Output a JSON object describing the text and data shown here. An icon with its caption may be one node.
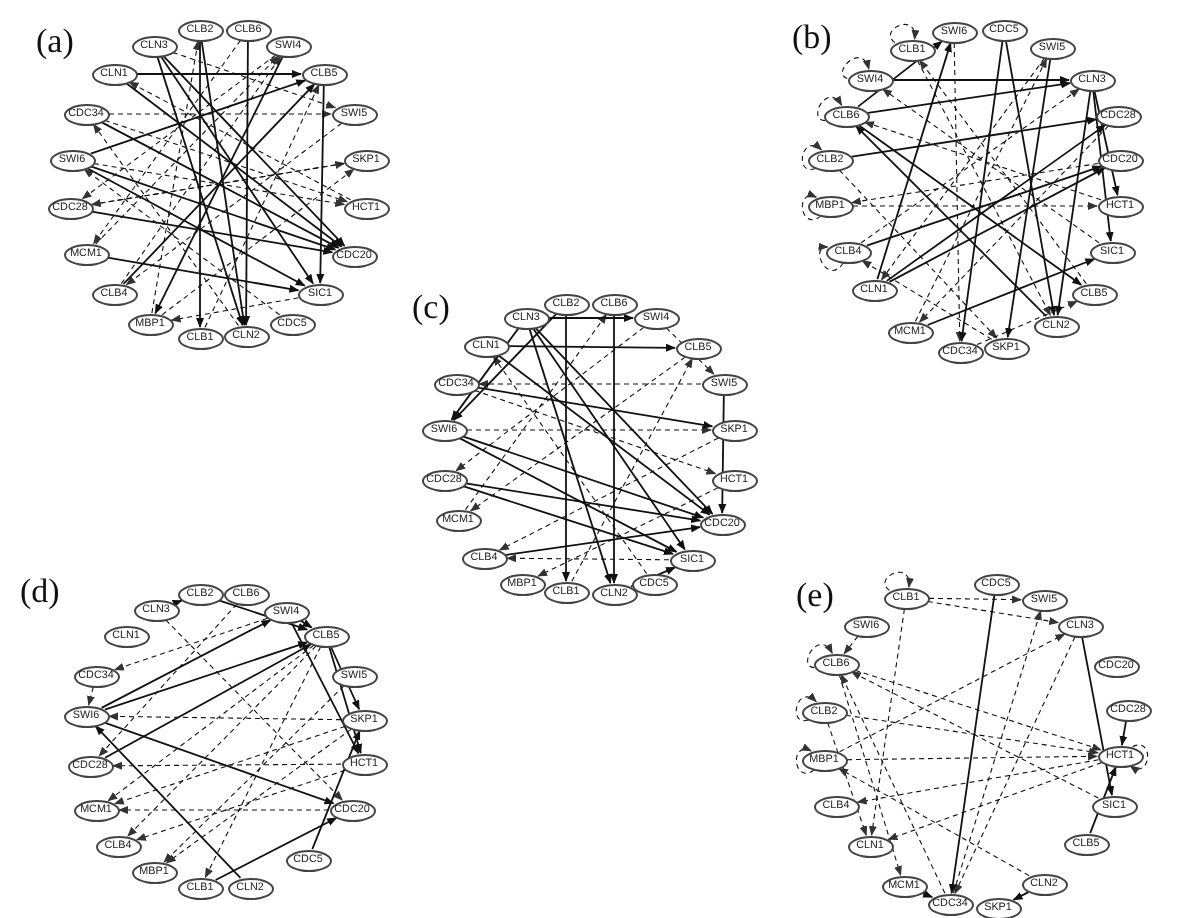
{
  "diagram": {
    "nodes": [
      {
        "text": [
          "CLB2"
        ]
      },
      {
        "text": [
          "CLB6"
        ]
      },
      {
        "text": [
          "SWI4"
        ]
      },
      {
        "text": [
          "CLB5"
        ]
      },
      {
        "text": [
          "SWI5"
        ]
      },
      {
        "text": [
          "SKP1"
        ]
      },
      {
        "text": [
          "HCT1"
        ]
      },
      {
        "text": [
          "CDC20"
        ]
      },
      {
        "text": [
          "SIC1"
        ]
      },
      {
        "text": [
          "CDC5"
        ]
      },
      {
        "text": [
          "CLN2"
        ]
      },
      {
        "text": [
          "CLB1"
        ]
      },
      {
        "text": [
          "MBP1"
        ]
      },
      {
        "text": [
          "CLB4"
        ]
      },
      {
        "text": [
          "MCM1"
        ]
      },
      {
        "text": [
          "CDC28"
        ]
      },
      {
        "text": [
          "SWI6"
        ]
      },
      {
        "text": [
          "CDC34"
        ]
      },
      {
        "text": [
          "CLN1"
        ]
      },
      {
        "text": [
          "CLN3"
        ]
      },
      {
        "text": [
          "SWI6"
        ]
      },
      {
        "text": [
          "CDC5"
        ]
      },
      {
        "text": [
          "SWI5"
        ]
      },
      {
        "text": [
          "CLN3"
        ]
      },
      {
        "text": [
          "CDC28"
        ]
      },
      {
        "text": [
          "CDC20"
        ]
      },
      {
        "text": [
          "HCT1"
        ]
      },
      {
        "text": [
          "SIC1"
        ]
      },
      {
        "text": [
          "CLB5"
        ]
      },
      {
        "text": [
          "CLN2"
        ]
      },
      {
        "text": [
          "SKP1"
        ]
      },
      {
        "text": [
          "CDC34"
        ]
      },
      {
        "text": [
          "MCM1"
        ]
      },
      {
        "text": [
          "CLN1"
        ]
      },
      {
        "text": [
          "CLB4"
        ]
      },
      {
        "text": [
          "MBP1"
        ]
      },
      {
        "text": [
          "CLB2"
        ]
      },
      {
        "text": [
          "CLB6"
        ]
      },
      {
        "text": [
          "SWI4"
        ]
      },
      {
        "text": [
          "CLB1"
        ]
      },
      {
        "text": [
          "CLB2"
        ]
      },
      {
        "text": [
          "CLB6"
        ]
      },
      {
        "text": [
          "SWI4"
        ]
      },
      {
        "text": [
          "CLB5"
        ]
      },
      {
        "text": [
          "SWI5"
        ]
      },
      {
        "text": [
          "SKP1"
        ]
      },
      {
        "text": [
          "HCT1"
        ]
      },
      {
        "text": [
          "CDC20"
        ]
      },
      {
        "text": [
          "SIC1"
        ]
      },
      {
        "text": [
          "CDC5"
        ]
      },
      {
        "text": [
          "CLN2"
        ]
      },
      {
        "text": [
          "CLB1"
        ]
      },
      {
        "text": [
          "MBP1"
        ]
      },
      {
        "text": [
          "CLB4"
        ]
      },
      {
        "text": [
          "MCM1"
        ]
      },
      {
        "text": [
          "CDC28"
        ]
      },
      {
        "text": [
          "SWI6"
        ]
      },
      {
        "text": [
          "CDC34"
        ]
      },
      {
        "text": [
          "CLN1"
        ]
      },
      {
        "text": [
          "CLN3"
        ]
      },
      {
        "text": [
          "CLB2"
        ]
      },
      {
        "text": [
          "CLB6"
        ]
      },
      {
        "text": [
          "SWI4"
        ]
      },
      {
        "text": [
          "CLB5"
        ]
      },
      {
        "text": [
          "SWI5"
        ]
      },
      {
        "text": [
          "SKP1"
        ]
      },
      {
        "text": [
          "HCT1"
        ]
      },
      {
        "text": [
          "CDC20"
        ]
      },
      {
        "text": [
          "CDC5"
        ]
      },
      {
        "text": [
          "CLN2"
        ]
      },
      {
        "text": [
          "CLB1"
        ]
      },
      {
        "text": [
          "MBP1"
        ]
      },
      {
        "text": [
          "CLB4"
        ]
      },
      {
        "text": [
          "MCM1"
        ]
      },
      {
        "text": [
          "CDC28"
        ]
      },
      {
        "text": [
          "SWI6"
        ]
      },
      {
        "text": [
          "CDC34"
        ]
      },
      {
        "text": [
          "CLN1"
        ]
      },
      {
        "text": [
          "CLN3"
        ]
      },
      {
        "text": [
          "CDC5"
        ]
      },
      {
        "text": [
          "SWI5"
        ]
      },
      {
        "text": [
          "CLN3"
        ]
      },
      {
        "text": [
          "CDC20"
        ]
      },
      {
        "text": [
          "CDC28"
        ]
      },
      {
        "text": [
          "HCT1"
        ]
      },
      {
        "text": [
          "SIC1"
        ]
      },
      {
        "text": [
          "CLB5"
        ]
      },
      {
        "text": [
          "CLN2"
        ]
      },
      {
        "text": [
          "SKP1"
        ]
      },
      {
        "text": [
          "CDC34"
        ]
      },
      {
        "text": [
          "MCM1"
        ]
      },
      {
        "text": [
          "CLN1"
        ]
      },
      {
        "text": [
          "CLB4"
        ]
      },
      {
        "text": [
          "MBP1"
        ]
      },
      {
        "text": [
          "CLB2"
        ]
      },
      {
        "text": [
          "CLB6"
        ]
      },
      {
        "text": [
          "SWI6"
        ]
      },
      {
        "text": [
          "CLB1"
        ]
      }
    ],
    "edges": [
      {
        "from": 0,
        "to": 11,
        "arrow": "to"
      },
      {
        "from": 1,
        "to": 10,
        "arrow": "to"
      },
      {
        "from": 19,
        "to": 8,
        "arrow": "to"
      },
      {
        "from": 19,
        "to": 7,
        "arrow": "to"
      },
      {
        "from": 18,
        "to": 7,
        "arrow": "to"
      },
      {
        "from": 16,
        "to": 7,
        "arrow": "to"
      },
      {
        "from": 16,
        "to": 8,
        "arrow": "to"
      },
      {
        "from": 16,
        "to": 3,
        "arrow": "to"
      },
      {
        "from": 15,
        "to": 7,
        "arrow": "to"
      },
      {
        "from": 13,
        "to": 3,
        "arrow": "to"
      },
      {
        "from": 18,
        "to": 3,
        "arrow": "to"
      },
      {
        "from": 17,
        "to": 7,
        "arrow": "to"
      },
      {
        "from": 19,
        "to": 10,
        "arrow": "to"
      },
      {
        "from": 2,
        "to": 12,
        "arrow": "to"
      },
      {
        "from": 3,
        "to": 8,
        "arrow": "to"
      },
      {
        "from": 14,
        "to": 8,
        "arrow": "to"
      },
      {
        "from": 0,
        "to": 10,
        "arrow": "to"
      },
      {
        "from": 16,
        "to": 6,
        "arrow": "to",
        "style": "dashed"
      },
      {
        "from": 17,
        "to": 4,
        "arrow": "to",
        "style": "dashed"
      },
      {
        "from": 12,
        "to": 5,
        "arrow": "to",
        "style": "dashed"
      },
      {
        "from": 11,
        "to": 3,
        "arrow": "to",
        "style": "dashed"
      },
      {
        "from": 13,
        "to": 2,
        "arrow": "to",
        "style": "dashed"
      },
      {
        "from": 15,
        "to": 5,
        "arrow": "to",
        "style": "dashed"
      },
      {
        "from": 14,
        "to": 2,
        "arrow": "to",
        "style": "dashed"
      },
      {
        "from": 10,
        "to": 17,
        "arrow": "to",
        "style": "dashed"
      },
      {
        "from": 9,
        "to": 16,
        "arrow": "to",
        "style": "dashed"
      },
      {
        "from": 8,
        "to": 12,
        "arrow": "to",
        "style": "dashed"
      },
      {
        "from": 6,
        "to": 18,
        "arrow": "to",
        "style": "dashed"
      },
      {
        "from": 5,
        "to": 15,
        "arrow": "to",
        "style": "dashed"
      },
      {
        "from": 4,
        "to": 13,
        "arrow": "to",
        "style": "dashed"
      },
      {
        "from": 12,
        "to": 0,
        "arrow": "to",
        "style": "dashed"
      },
      {
        "from": 2,
        "to": 15,
        "arrow": "to",
        "style": "dashed"
      },
      {
        "from": 1,
        "to": 14,
        "arrow": "to",
        "style": "dashed"
      },
      {
        "from": 19,
        "to": 4,
        "arrow": "to",
        "style": "dashed"
      },
      {
        "from": 17,
        "to": 6,
        "arrow": "to",
        "style": "dashed"
      },
      {
        "from": 36,
        "to": 24,
        "arrow": "to"
      },
      {
        "from": 38,
        "to": 23,
        "arrow": "to"
      },
      {
        "from": 37,
        "to": 20,
        "arrow": "to"
      },
      {
        "from": 37,
        "to": 23,
        "arrow": "to"
      },
      {
        "from": 33,
        "to": 20,
        "arrow": "to"
      },
      {
        "from": 33,
        "to": 24,
        "arrow": "to"
      },
      {
        "from": 33,
        "to": 25,
        "arrow": "to"
      },
      {
        "from": 21,
        "to": 29,
        "arrow": "to"
      },
      {
        "from": 21,
        "to": 31,
        "arrow": "to"
      },
      {
        "from": 22,
        "to": 30,
        "arrow": "to"
      },
      {
        "from": 29,
        "to": 37,
        "arrow": "to"
      },
      {
        "from": 23,
        "to": 29,
        "arrow": "to"
      },
      {
        "from": 34,
        "to": 25,
        "arrow": "to"
      },
      {
        "from": 23,
        "to": 27,
        "arrow": "to"
      },
      {
        "from": 23,
        "to": 26,
        "arrow": "to"
      },
      {
        "from": 32,
        "to": 27,
        "arrow": "to"
      },
      {
        "from": 37,
        "to": 28,
        "arrow": "to"
      },
      {
        "from": 39,
        "to": 39,
        "arrow": "to",
        "style": "dashed"
      },
      {
        "from": 38,
        "to": 38,
        "arrow": "to",
        "style": "dashed"
      },
      {
        "from": 37,
        "to": 37,
        "arrow": "to",
        "style": "dashed"
      },
      {
        "from": 36,
        "to": 36,
        "arrow": "to",
        "style": "dashed"
      },
      {
        "from": 35,
        "to": 35,
        "arrow": "to",
        "style": "dashed"
      },
      {
        "from": 34,
        "to": 34,
        "arrow": "to",
        "style": "dashed"
      },
      {
        "from": 35,
        "to": 26,
        "arrow": "to",
        "style": "dashed"
      },
      {
        "from": 34,
        "to": 23,
        "arrow": "to",
        "style": "dashed"
      },
      {
        "from": 36,
        "to": 30,
        "arrow": "to",
        "style": "dashed"
      },
      {
        "from": 39,
        "to": 29,
        "arrow": "to",
        "style": "dashed"
      },
      {
        "from": 20,
        "to": 31,
        "arrow": "to",
        "style": "dashed"
      },
      {
        "from": 22,
        "to": 33,
        "arrow": "to",
        "style": "dashed"
      },
      {
        "from": 24,
        "to": 32,
        "arrow": "to",
        "style": "dashed"
      },
      {
        "from": 25,
        "to": 35,
        "arrow": "to",
        "style": "dashed"
      },
      {
        "from": 26,
        "to": 37,
        "arrow": "to",
        "style": "dashed"
      },
      {
        "from": 27,
        "to": 38,
        "arrow": "to",
        "style": "dashed"
      },
      {
        "from": 28,
        "to": 39,
        "arrow": "to",
        "style": "dashed"
      },
      {
        "from": 31,
        "to": 28,
        "arrow": "to",
        "style": "dashed"
      },
      {
        "from": 32,
        "to": 22,
        "arrow": "to",
        "style": "dashed"
      },
      {
        "from": 30,
        "to": 34,
        "arrow": "to",
        "style": "dashed"
      },
      {
        "from": 40,
        "to": 51,
        "arrow": "to"
      },
      {
        "from": 41,
        "to": 50,
        "arrow": "to"
      },
      {
        "from": 59,
        "to": 42,
        "arrow": "to"
      },
      {
        "from": 59,
        "to": 47,
        "arrow": "to"
      },
      {
        "from": 59,
        "to": 48,
        "arrow": "to"
      },
      {
        "from": 59,
        "to": 56,
        "arrow": "to"
      },
      {
        "from": 58,
        "to": 47,
        "arrow": "to"
      },
      {
        "from": 58,
        "to": 43,
        "arrow": "to"
      },
      {
        "from": 57,
        "to": 45,
        "arrow": "to"
      },
      {
        "from": 56,
        "to": 48,
        "arrow": "to"
      },
      {
        "from": 56,
        "to": 47,
        "arrow": "to"
      },
      {
        "from": 55,
        "to": 47,
        "arrow": "to"
      },
      {
        "from": 55,
        "to": 48,
        "arrow": "to"
      },
      {
        "from": 53,
        "to": 47,
        "arrow": "to"
      },
      {
        "from": 44,
        "to": 47,
        "arrow": "to"
      },
      {
        "from": 50,
        "to": 48,
        "arrow": "to"
      },
      {
        "from": 40,
        "to": 56,
        "arrow": "to"
      },
      {
        "from": 59,
        "to": 50,
        "arrow": "to"
      },
      {
        "from": 42,
        "to": 55,
        "arrow": "to",
        "style": "dashed"
      },
      {
        "from": 43,
        "to": 54,
        "arrow": "to",
        "style": "dashed"
      },
      {
        "from": 45,
        "to": 53,
        "arrow": "to",
        "style": "dashed"
      },
      {
        "from": 46,
        "to": 52,
        "arrow": "to",
        "style": "dashed"
      },
      {
        "from": 44,
        "to": 57,
        "arrow": "to",
        "style": "dashed"
      },
      {
        "from": 51,
        "to": 43,
        "arrow": "to",
        "style": "dashed"
      },
      {
        "from": 56,
        "to": 45,
        "arrow": "to",
        "style": "dashed"
      },
      {
        "from": 54,
        "to": 41,
        "arrow": "to",
        "style": "dashed"
      },
      {
        "from": 49,
        "to": 58,
        "arrow": "to",
        "style": "dashed"
      },
      {
        "from": 48,
        "to": 53,
        "arrow": "to",
        "style": "dashed"
      },
      {
        "from": 57,
        "to": 46,
        "arrow": "to",
        "style": "dashed"
      },
      {
        "from": 42,
        "to": 44,
        "arrow": "to",
        "style": "dashed"
      },
      {
        "from": 78,
        "to": 60,
        "arrow": "to"
      },
      {
        "from": 60,
        "to": 63,
        "arrow": "to"
      },
      {
        "from": 62,
        "to": 63,
        "arrow": "to"
      },
      {
        "from": 75,
        "to": 63,
        "arrow": "to"
      },
      {
        "from": 74,
        "to": 63,
        "arrow": "to"
      },
      {
        "from": 75,
        "to": 62,
        "arrow": "to"
      },
      {
        "from": 75,
        "to": 67,
        "arrow": "to"
      },
      {
        "from": 69,
        "to": 75,
        "arrow": "to"
      },
      {
        "from": 70,
        "to": 67,
        "arrow": "to"
      },
      {
        "from": 68,
        "to": 65,
        "arrow": "to"
      },
      {
        "from": 63,
        "to": 66,
        "arrow": "to"
      },
      {
        "from": 62,
        "to": 66,
        "arrow": "to"
      },
      {
        "from": 63,
        "to": 65,
        "arrow": "to"
      },
      {
        "from": 63,
        "to": 73,
        "arrow": "to",
        "style": "dashed"
      },
      {
        "from": 63,
        "to": 72,
        "arrow": "to",
        "style": "dashed"
      },
      {
        "from": 65,
        "to": 73,
        "arrow": "to",
        "style": "dashed"
      },
      {
        "from": 65,
        "to": 71,
        "arrow": "to",
        "style": "dashed"
      },
      {
        "from": 66,
        "to": 74,
        "arrow": "to",
        "style": "dashed"
      },
      {
        "from": 65,
        "to": 75,
        "arrow": "to",
        "style": "dashed"
      },
      {
        "from": 67,
        "to": 73,
        "arrow": "to",
        "style": "dashed"
      },
      {
        "from": 78,
        "to": 67,
        "arrow": "to",
        "style": "dashed"
      },
      {
        "from": 62,
        "to": 76,
        "arrow": "to",
        "style": "dashed"
      },
      {
        "from": 76,
        "to": 75,
        "arrow": "to",
        "style": "dashed"
      },
      {
        "from": 63,
        "to": 70,
        "arrow": "to",
        "style": "dashed"
      },
      {
        "from": 64,
        "to": 71,
        "arrow": "to",
        "style": "dashed"
      },
      {
        "from": 66,
        "to": 72,
        "arrow": "to",
        "style": "dashed"
      },
      {
        "from": 61,
        "to": 74,
        "arrow": "to",
        "style": "dashed"
      },
      {
        "from": 79,
        "to": 89,
        "arrow": "to"
      },
      {
        "from": 81,
        "to": 85,
        "arrow": "to"
      },
      {
        "from": 86,
        "to": 84,
        "arrow": "to"
      },
      {
        "from": 87,
        "to": 88,
        "arrow": "to"
      },
      {
        "from": 83,
        "to": 84,
        "arrow": "to"
      },
      {
        "from": 90,
        "to": 89,
        "arrow": "to"
      },
      {
        "from": 97,
        "to": 97,
        "arrow": "to",
        "style": "dashed"
      },
      {
        "from": 95,
        "to": 95,
        "arrow": "to",
        "style": "dashed"
      },
      {
        "from": 94,
        "to": 94,
        "arrow": "to",
        "style": "dashed"
      },
      {
        "from": 93,
        "to": 93,
        "arrow": "to",
        "style": "dashed"
      },
      {
        "from": 84,
        "to": 84,
        "arrow": "to",
        "style": "dashed"
      },
      {
        "from": 97,
        "to": 81,
        "arrow": "to",
        "style": "dashed"
      },
      {
        "from": 97,
        "to": 91,
        "arrow": "to",
        "style": "dashed"
      },
      {
        "from": 97,
        "to": 80,
        "arrow": "to",
        "style": "dashed"
      },
      {
        "from": 95,
        "to": 84,
        "arrow": "to",
        "style": "dashed"
      },
      {
        "from": 94,
        "to": 84,
        "arrow": "to",
        "style": "dashed"
      },
      {
        "from": 93,
        "to": 84,
        "arrow": "to",
        "style": "dashed"
      },
      {
        "from": 93,
        "to": 81,
        "arrow": "to",
        "style": "dashed"
      },
      {
        "from": 95,
        "to": 90,
        "arrow": "to",
        "style": "dashed"
      },
      {
        "from": 89,
        "to": 80,
        "arrow": "to",
        "style": "dashed"
      },
      {
        "from": 89,
        "to": 95,
        "arrow": "to",
        "style": "dashed"
      },
      {
        "from": 84,
        "to": 91,
        "arrow": "to",
        "style": "dashed"
      },
      {
        "from": 84,
        "to": 92,
        "arrow": "to",
        "style": "dashed"
      },
      {
        "from": 96,
        "to": 95,
        "arrow": "to",
        "style": "dashed"
      },
      {
        "from": 87,
        "to": 93,
        "arrow": "to",
        "style": "dashed"
      },
      {
        "from": 94,
        "to": 91,
        "arrow": "to",
        "style": "dashed"
      },
      {
        "from": 81,
        "to": 89,
        "arrow": "to",
        "style": "dashed"
      },
      {
        "from": 85,
        "to": 95,
        "arrow": "to",
        "style": "dashed"
      }
    ],
    "labels": [
      "(a)",
      "(b)",
      "(c)",
      "(d)",
      "(e)"
    ]
  }
}
